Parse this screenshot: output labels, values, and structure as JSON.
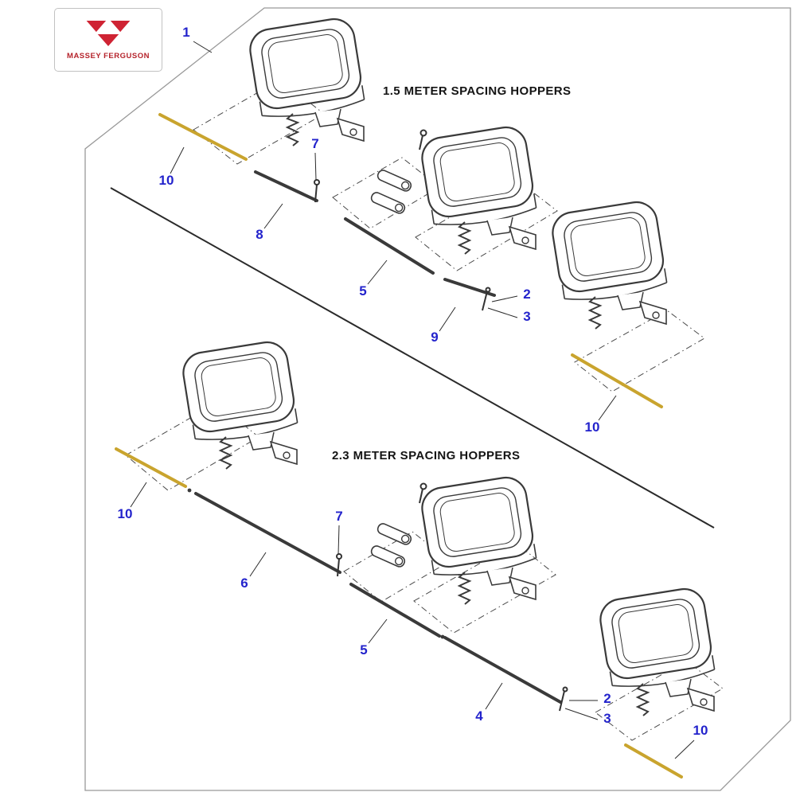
{
  "page": {
    "background_color": "#ffffff"
  },
  "logo": {
    "brand": "MASSEY FERGUSON",
    "accent_color": "#cf2333"
  },
  "diagram": {
    "section_titles": {
      "top": "1.5 METER SPACING HOPPERS",
      "bottom": "2.3 METER SPACING HOPPERS"
    },
    "colors": {
      "callout": "#2323cc",
      "rod_gold": "#c9a42e",
      "line": "#3a3a3a",
      "frame_border": "#999999",
      "logo_red": "#cf2333"
    },
    "callouts": [
      {
        "id": "c1",
        "label": "1"
      },
      {
        "id": "c10-top-left",
        "label": "10"
      },
      {
        "id": "c7-top",
        "label": "7"
      },
      {
        "id": "c8",
        "label": "8"
      },
      {
        "id": "c5-top",
        "label": "5"
      },
      {
        "id": "c9",
        "label": "9"
      },
      {
        "id": "c2-top",
        "label": "2"
      },
      {
        "id": "c3-top",
        "label": "3"
      },
      {
        "id": "c10-top-right",
        "label": "10"
      },
      {
        "id": "c10-bottom-left",
        "label": "10"
      },
      {
        "id": "c6",
        "label": "6"
      },
      {
        "id": "c7-bottom",
        "label": "7"
      },
      {
        "id": "c5-bottom",
        "label": "5"
      },
      {
        "id": "c4",
        "label": "4"
      },
      {
        "id": "c2-bottom",
        "label": "2"
      },
      {
        "id": "c3-bottom",
        "label": "3"
      },
      {
        "id": "c10-bottom-right",
        "label": "10"
      }
    ]
  }
}
